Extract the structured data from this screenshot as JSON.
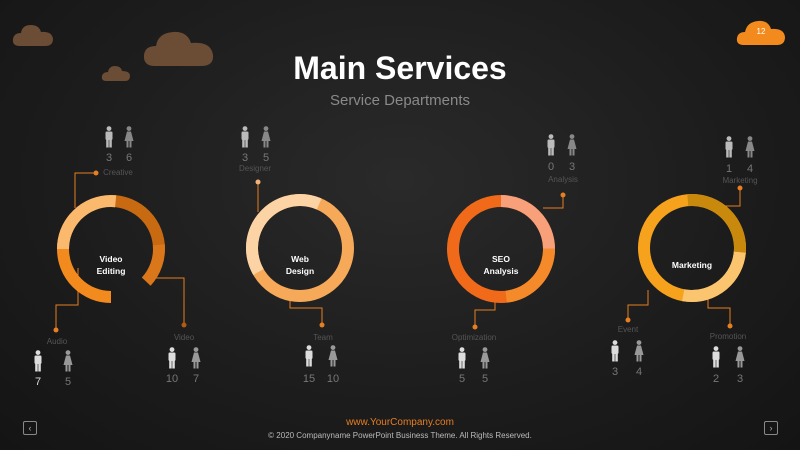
{
  "slide": {
    "title": "Main Services",
    "subtitle": "Service Departments",
    "page_number": "12"
  },
  "services": [
    {
      "name_line1": "Video",
      "name_line2": "Editing",
      "top": {
        "label": "Creative",
        "male": "3",
        "female": "6"
      },
      "bottom_left": {
        "label": "Audio",
        "male": "7",
        "female": "5"
      },
      "bottom_right": {
        "label": "Video",
        "male": "10",
        "female": "7"
      }
    },
    {
      "name_line1": "Web",
      "name_line2": "Design",
      "top": {
        "label": "Designer",
        "male": "3",
        "female": "5"
      },
      "bottom": {
        "label": "Team",
        "male": "15",
        "female": "10"
      }
    },
    {
      "name_line1": "SEO",
      "name_line2": "Analysis",
      "top": {
        "label": "Analysis",
        "male": "0",
        "female": "3"
      },
      "bottom": {
        "label": "Optimization",
        "male": "5",
        "female": "5"
      }
    },
    {
      "name_line1": "Marketing",
      "name_line2": "",
      "top": {
        "label": "Marketing",
        "male": "1",
        "female": "4"
      },
      "bottom_left": {
        "label": "Event",
        "male": "3",
        "female": "4"
      },
      "bottom_right": {
        "label": "Promotion",
        "male": "2",
        "female": "3"
      }
    }
  ],
  "footer": {
    "url": "www.YourCompany.com",
    "copyright": "© 2020 Companyname  PowerPoint  Business Theme. All Rights Reserved."
  },
  "colors": {
    "accent": "#e67e22",
    "ring1": "#f28a1e",
    "ring2": "#fbb96e",
    "ring3": "#f06a1a",
    "ring4": "#f7a21c"
  },
  "icons": [
    "cloud-icon",
    "male-person-icon",
    "female-person-icon",
    "chevron-left-icon",
    "chevron-right-icon"
  ]
}
